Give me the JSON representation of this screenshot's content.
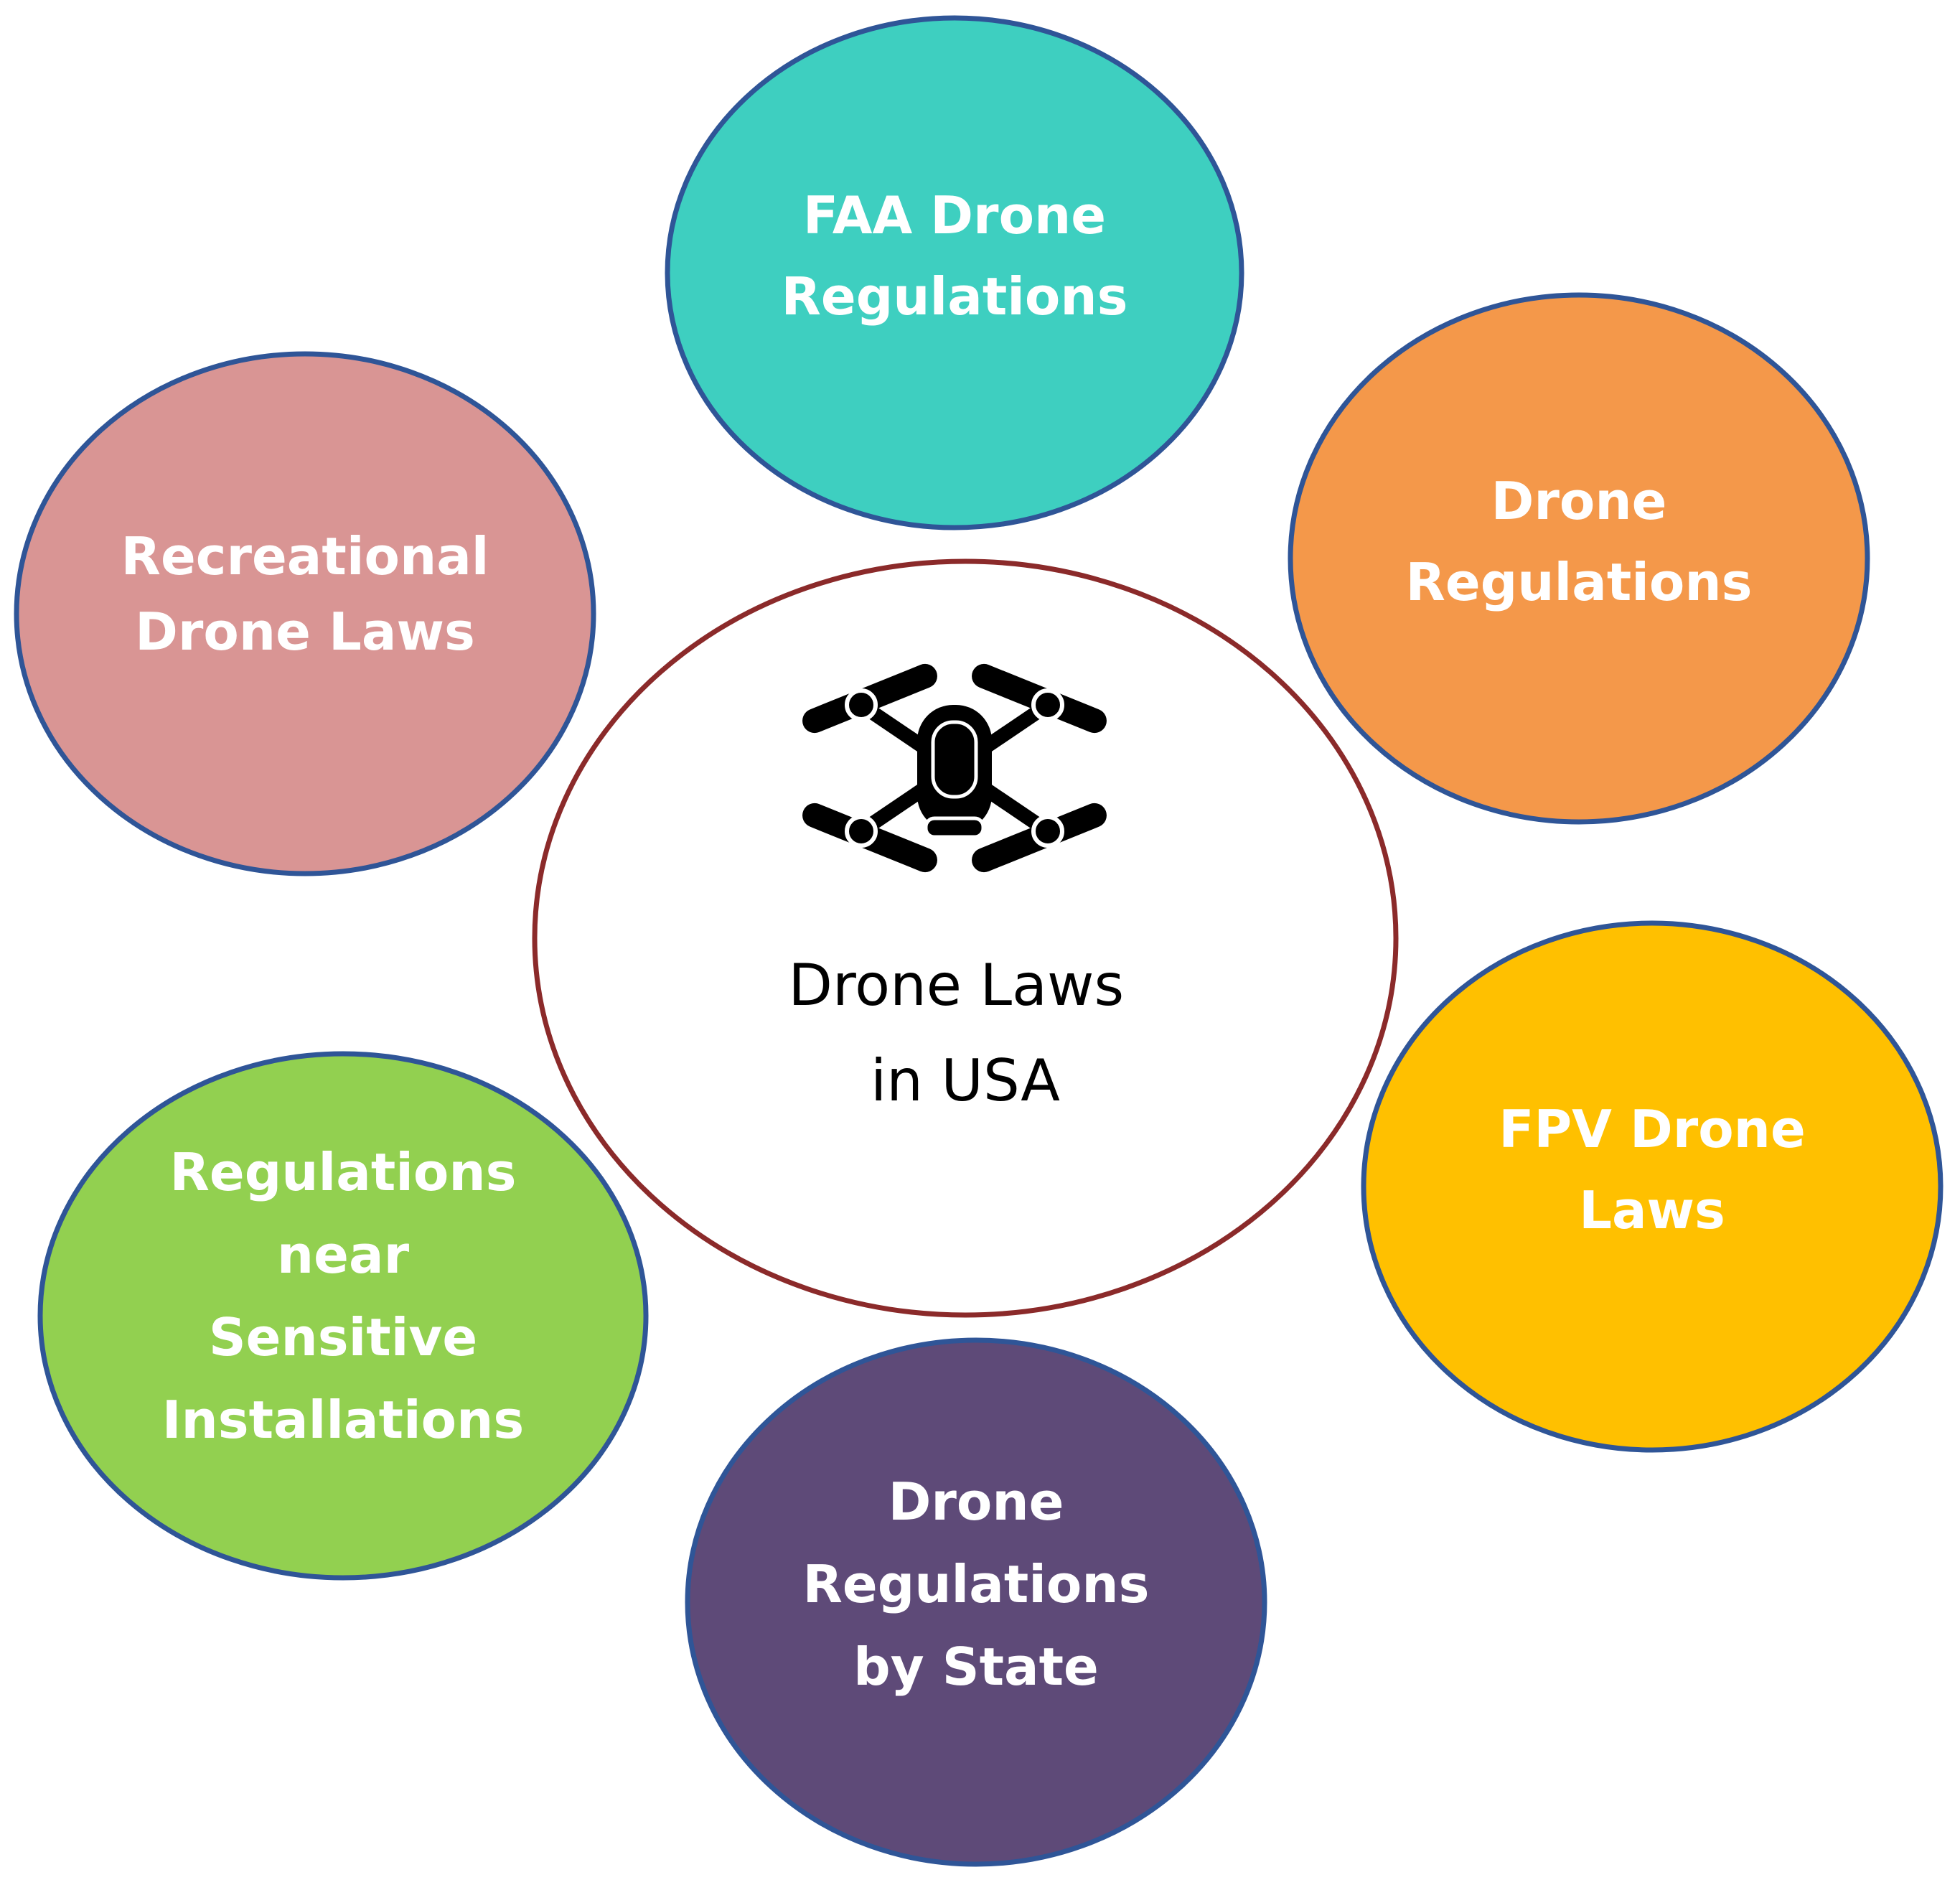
{
  "center": {
    "lines": [
      "Drone Laws",
      "in USA"
    ],
    "icon": "drone-icon",
    "stroke": "#8B2A2A"
  },
  "nodes": [
    {
      "id": "faa",
      "lines": [
        "FAA Drone",
        "Regulations"
      ],
      "color": "#3ECFC0"
    },
    {
      "id": "drone-regs",
      "lines": [
        "Drone",
        "Regulations"
      ],
      "color": "#F4984A"
    },
    {
      "id": "fpv",
      "lines": [
        "FPV Drone",
        "Laws"
      ],
      "color": "#FFC000"
    },
    {
      "id": "by-state",
      "lines": [
        "Drone",
        "Regulations",
        "by State"
      ],
      "color": "#5E4A78"
    },
    {
      "id": "sensitive",
      "lines": [
        "Regulations",
        "near",
        "Sensitive",
        "Installations"
      ],
      "color": "#92D050"
    },
    {
      "id": "recreational",
      "lines": [
        "Recreational",
        "Drone Laws"
      ],
      "color": "#D99594"
    }
  ],
  "node_stroke": "#2F5597"
}
